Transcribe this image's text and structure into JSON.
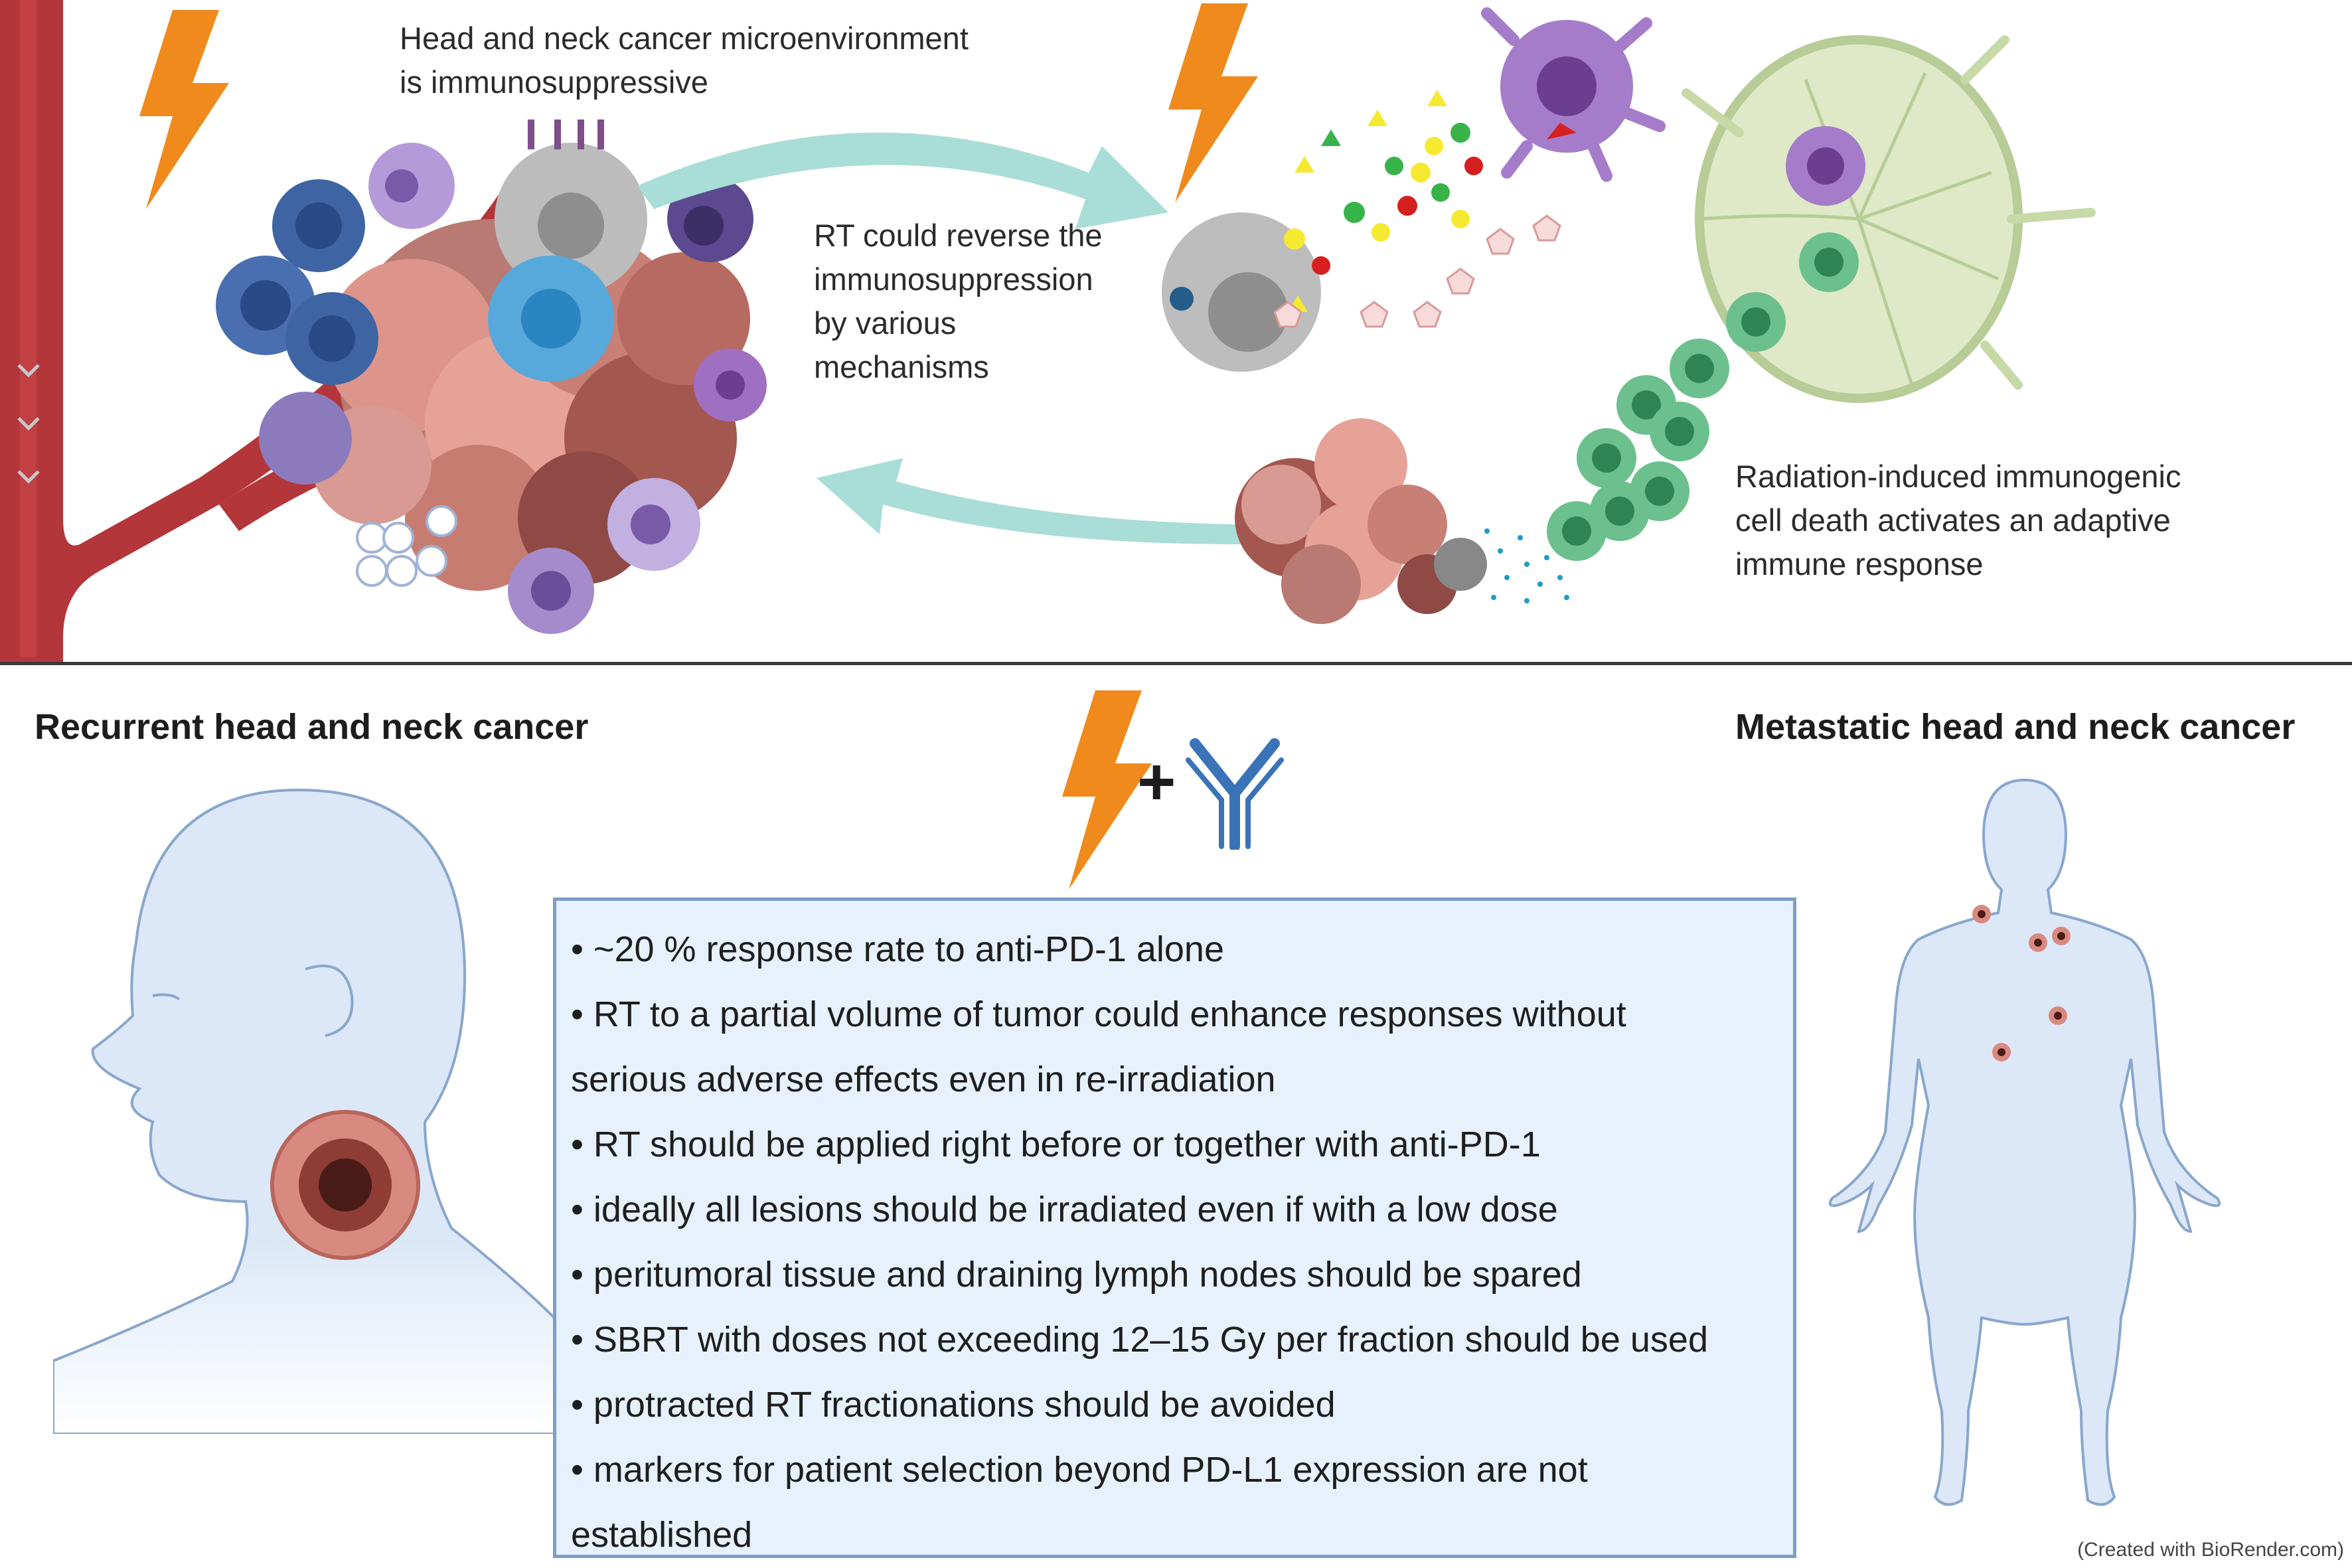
{
  "top": {
    "microenvironment_label": [
      "Head and neck cancer microenvironment",
      "is immunosuppressive"
    ],
    "rt_reverse_label": [
      "RT could reverse the",
      "immunosuppression",
      "by various",
      "mechanisms"
    ],
    "icd_label": [
      "Radiation-induced immunogenic",
      "cell death activates an adaptive",
      "immune response"
    ]
  },
  "bottom": {
    "recurrent_title": "Recurrent head and neck cancer",
    "metastatic_title": "Metastatic head and neck cancer",
    "bullets": [
      "• ~20 % response rate to anti-PD-1 alone",
      "• RT to a partial volume of tumor could enhance responses without",
      "serious adverse effects even in re-irradiation",
      "• RT should be applied right before or together with anti-PD-1",
      "• ideally all lesions should be irradiated even if with a low dose",
      "• peritumoral tissue and draining lymph nodes should be spared",
      "• SBRT with doses not exceeding 12–15 Gy per fraction should be used",
      "• protracted RT fractionations should be avoided",
      "• markers for patient selection beyond PD-L1 expression are not",
      "established"
    ],
    "plus_sign": "+",
    "credit": "(Created with BioRender.com)"
  },
  "colors": {
    "lightning": "#f08a1c",
    "antibody": "#3a73b8",
    "vessel": "#b3363a",
    "arrow": "#a9ddd8",
    "tumor": "#d98a80",
    "tcell": "#3f9e6a",
    "box_fill": "#e6f1fc",
    "box_border": "#7f9dc6",
    "body": "#dce8f7"
  },
  "icons": [
    "lightning-icon",
    "antibody-icon",
    "plus-icon",
    "blood-vessel",
    "tumor-cluster",
    "lymph-node",
    "dendritic-cell",
    "t-cell",
    "head-silhouette",
    "body-silhouette"
  ]
}
